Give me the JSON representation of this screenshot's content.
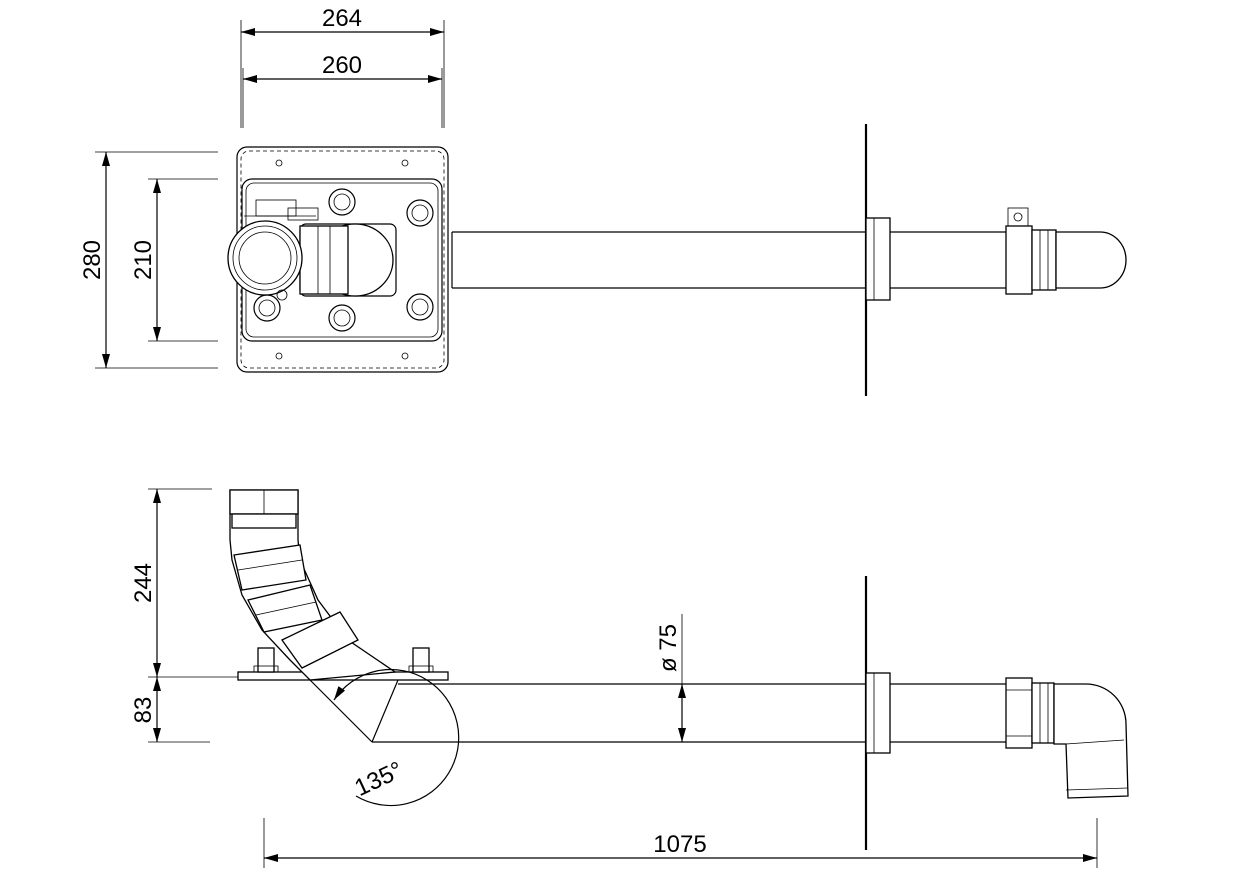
{
  "dimensions": {
    "top_width_outer": "264",
    "top_width_inner": "260",
    "top_height_outer": "280",
    "top_height_inner": "210",
    "side_height_upper": "244",
    "side_height_lower": "83",
    "pipe_diameter": "ø 75",
    "angle": "135°",
    "overall_length": "1075"
  }
}
